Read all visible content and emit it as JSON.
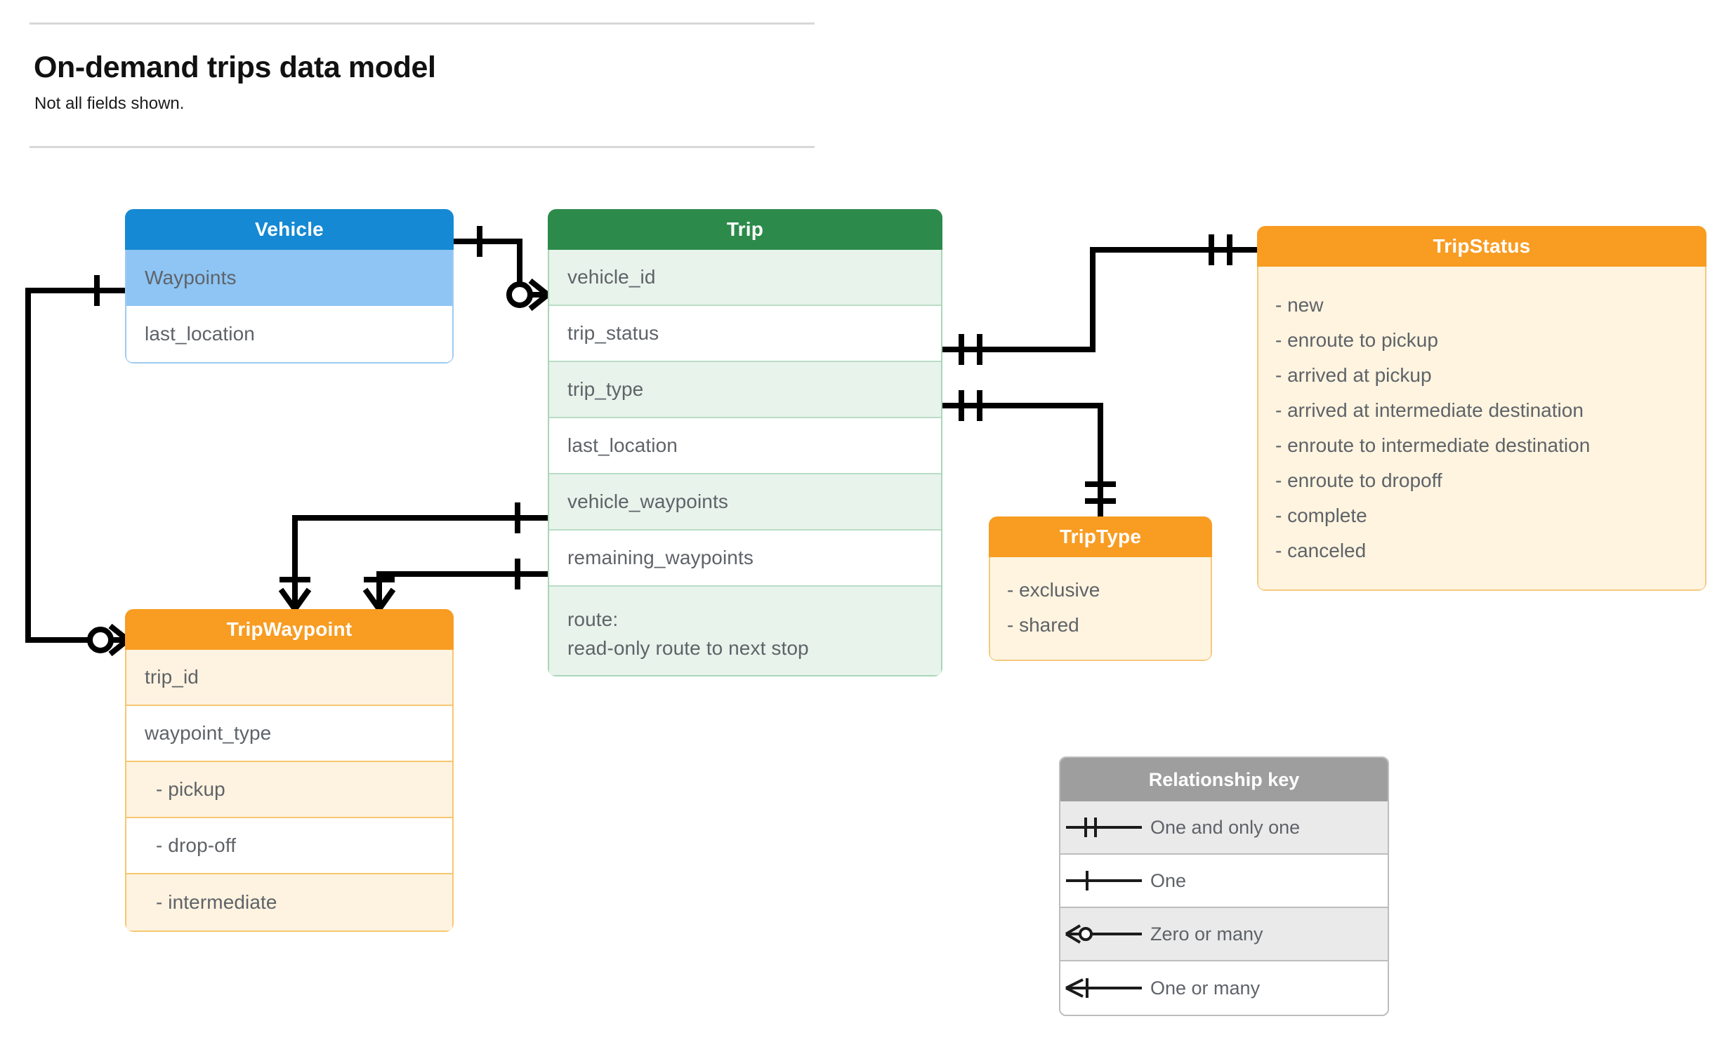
{
  "header": {
    "title": "On-demand trips data model",
    "subtitle": "Not all fields shown."
  },
  "colors": {
    "vehicle_header": "#1589D3",
    "vehicle_highlight_row": "#8EC5F4",
    "trip_header": "#2C8B4B",
    "trip_alt_row": "#E8F3EC",
    "orange_header": "#F89C22",
    "orange_body": "#FEF4E0",
    "legend_header": "#9E9E9E",
    "legend_alt_row": "#EAEAEA",
    "text": "#5f6368",
    "connector": "#000000"
  },
  "entities": {
    "vehicle": {
      "title": "Vehicle",
      "fields": [
        {
          "label": "Waypoints"
        },
        {
          "label": "last_location"
        }
      ]
    },
    "trip": {
      "title": "Trip",
      "fields": [
        {
          "label": "vehicle_id"
        },
        {
          "label": "trip_status"
        },
        {
          "label": "trip_type"
        },
        {
          "label": "last_location"
        },
        {
          "label": "vehicle_waypoints"
        },
        {
          "label": "remaining_waypoints"
        },
        {
          "label": "route:",
          "label2": "read-only route to next stop"
        }
      ]
    },
    "tripstatus": {
      "title": "TripStatus",
      "values": [
        "- new",
        "- enroute to pickup",
        "- arrived at pickup",
        "- arrived at intermediate destination",
        "- enroute to intermediate destination",
        "- enroute to dropoff",
        "- complete",
        "- canceled"
      ]
    },
    "triptype": {
      "title": "TripType",
      "values": [
        "- exclusive",
        "- shared"
      ]
    },
    "tripwaypoint": {
      "title": "TripWaypoint",
      "fields": [
        {
          "label": "trip_id"
        },
        {
          "label": "waypoint_type"
        },
        {
          "label": "-  pickup"
        },
        {
          "label": "-  drop-off"
        },
        {
          "label": "-  intermediate"
        }
      ]
    }
  },
  "relationship_key": {
    "title": "Relationship key",
    "rows": [
      {
        "symbol": "one-and-only-one",
        "label": "One and only one"
      },
      {
        "symbol": "one",
        "label": "One"
      },
      {
        "symbol": "zero-or-many",
        "label": "Zero or many"
      },
      {
        "symbol": "one-or-many",
        "label": "One or many"
      }
    ]
  },
  "relationships": [
    {
      "from": "Vehicle",
      "from_cardinality": "one",
      "to": "Trip.vehicle_id",
      "to_cardinality": "zero-or-many"
    },
    {
      "from": "Vehicle.Waypoints",
      "from_cardinality": "one",
      "to": "TripWaypoint",
      "to_cardinality": "zero-or-many"
    },
    {
      "from": "Trip.trip_status",
      "from_cardinality": "one-and-only-one",
      "to": "TripStatus",
      "to_cardinality": "one-and-only-one"
    },
    {
      "from": "Trip.trip_type",
      "from_cardinality": "one-and-only-one",
      "to": "TripType",
      "to_cardinality": "one-and-only-one"
    },
    {
      "from": "Trip.vehicle_waypoints",
      "from_cardinality": "one",
      "to": "TripWaypoint",
      "to_cardinality": "one-or-many"
    },
    {
      "from": "Trip.remaining_waypoints",
      "from_cardinality": "one",
      "to": "TripWaypoint",
      "to_cardinality": "one-or-many"
    }
  ]
}
